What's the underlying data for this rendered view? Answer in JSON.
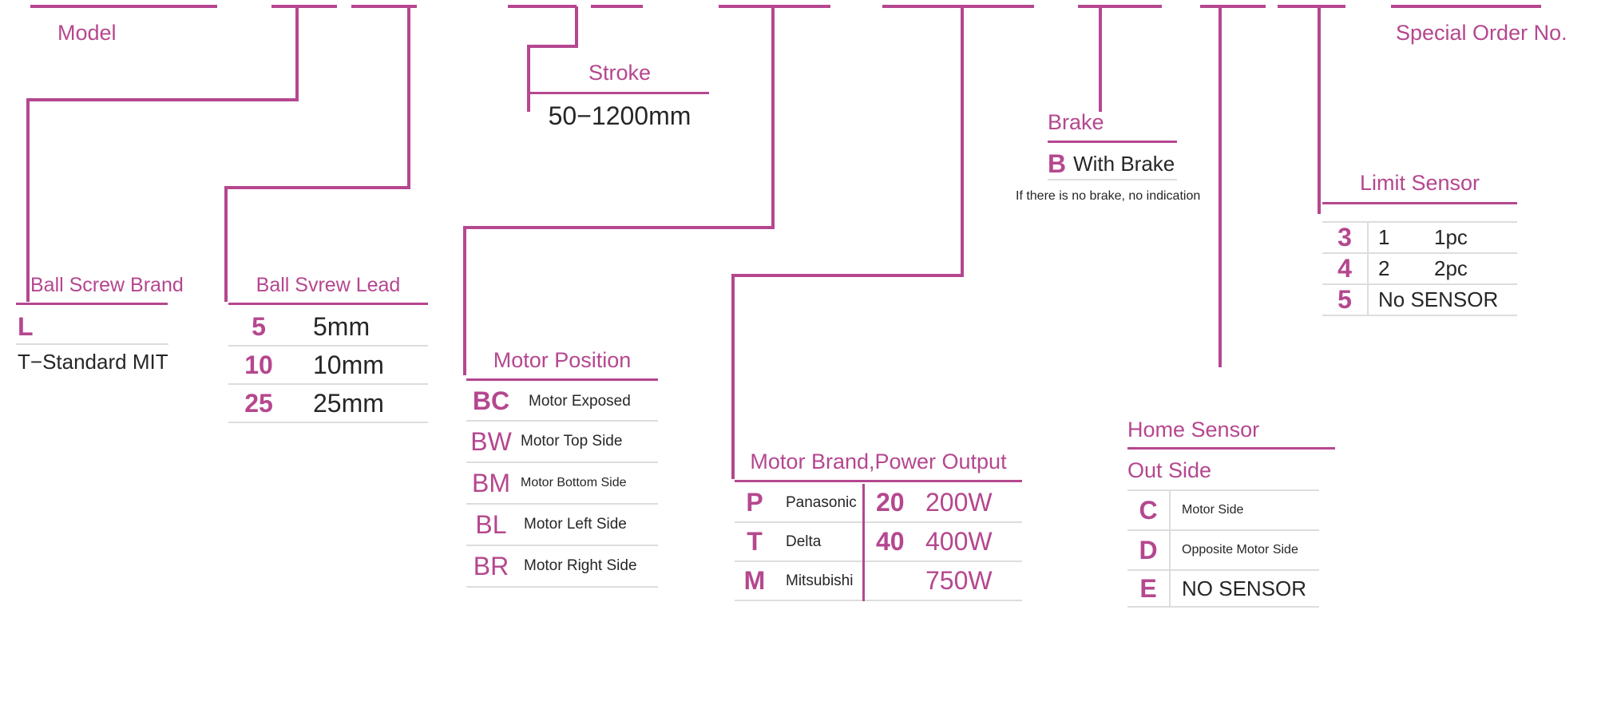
{
  "meta": {
    "accent": "#b5478f",
    "text": "#262626",
    "rule": "#dddddd",
    "background": "#ffffff"
  },
  "diagram": {
    "type": "part-number-configuration",
    "title_bars": 10
  },
  "sections": {
    "model": {
      "title": "Model"
    },
    "ball_screw_brand": {
      "title": "Ball Screw Brand",
      "rows": [
        {
          "code": "L",
          "desc": ""
        },
        {
          "code": "",
          "desc": "T−Standard MIT"
        }
      ],
      "code": "L",
      "desc": "T−Standard MIT"
    },
    "ball_screw_lead": {
      "title": "Ball Svrew Lead",
      "rows": [
        {
          "code": "5",
          "desc": "5mm"
        },
        {
          "code": "10",
          "desc": "10mm"
        },
        {
          "code": "25",
          "desc": "25mm"
        }
      ]
    },
    "stroke": {
      "title": "Stroke",
      "value": "50−1200mm"
    },
    "motor_position": {
      "title": "Motor Position",
      "rows": [
        {
          "code": "BC",
          "desc": "Motor Exposed"
        },
        {
          "code": "BW",
          "desc": "Motor Top Side"
        },
        {
          "code": "BM",
          "desc": "Motor Bottom Side"
        },
        {
          "code": "BL",
          "desc": "Motor Left Side"
        },
        {
          "code": "BR",
          "desc": "Motor Right Side"
        }
      ]
    },
    "motor_brand_power": {
      "title": "Motor Brand,Power Output",
      "brand_rows": [
        {
          "code": "P",
          "desc": "Panasonic"
        },
        {
          "code": "T",
          "desc": "Delta"
        },
        {
          "code": "M",
          "desc": "Mitsubishi"
        }
      ],
      "power_rows": [
        {
          "code": "20",
          "desc": "200W"
        },
        {
          "code": "40",
          "desc": "400W"
        },
        {
          "code": "",
          "desc": "750W"
        }
      ]
    },
    "brake": {
      "title": "Brake",
      "rows": [
        {
          "code": "B",
          "desc": "With Brake"
        }
      ],
      "note": "If there is no brake, no indication"
    },
    "home_sensor": {
      "title": "Home Sensor",
      "subtitle": "Out Side",
      "rows": [
        {
          "code": "C",
          "desc": "Motor Side"
        },
        {
          "code": "D",
          "desc": "Opposite Motor Side"
        },
        {
          "code": "E",
          "desc": "NO SENSOR"
        }
      ]
    },
    "limit_sensor": {
      "title": "Limit Sensor",
      "rows": [
        {
          "code": "3",
          "qty": "1",
          "desc": "1pc"
        },
        {
          "code": "4",
          "qty": "2",
          "desc": "2pc"
        },
        {
          "code": "5",
          "qty": "",
          "desc": "No SENSOR"
        }
      ]
    },
    "special_order": {
      "title": "Special Order No."
    }
  }
}
